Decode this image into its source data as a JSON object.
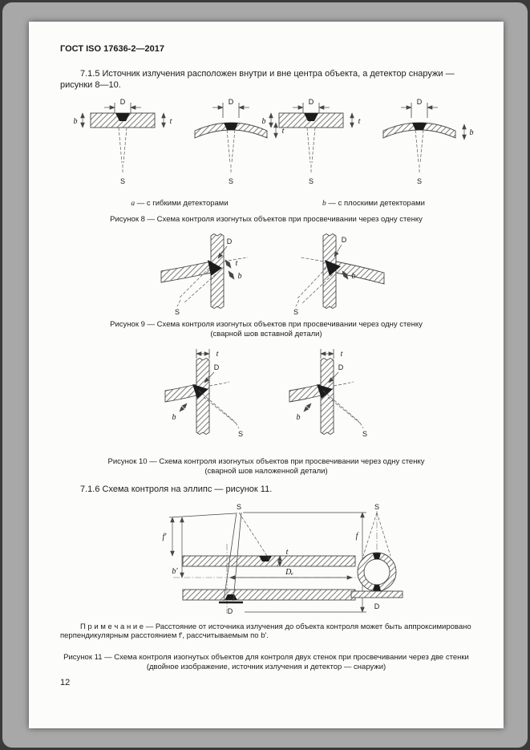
{
  "page": {
    "header": "ГОСТ ISO 17636-2—2017",
    "page_number": "12"
  },
  "paragraphs": {
    "p715": "7.1.5 Источник излучения расположен внутри и вне центра объекта, а детектор снаружи — рисунки 8—10.",
    "p716": "7.1.6 Схема контроля на эллипс — рисунок 11."
  },
  "figure8": {
    "sub_a_letter": "a",
    "sub_a_text": " — с гибкими детекторами",
    "sub_b_letter": "b",
    "sub_b_text": " — с плоскими детекторами",
    "caption": "Рисунок 8 — Схема контроля изогнутых объектов при просвечивании через одну стенку"
  },
  "figure9": {
    "caption_line1": "Рисунок 9 — Схема контроля изогнутых объектов при просвечивании через одну стенку",
    "caption_line2": "(сварной шов вставной детали)"
  },
  "figure10": {
    "caption_line1": "Рисунок 10 — Схема контроля изогнутых объектов при просвечивании через одну стенку",
    "caption_line2": "(сварной шов наложенной детали)"
  },
  "figure11": {
    "note_label": "П р и м е ч а н и е",
    "note_text": " — Расстояние от источника излучения до объекта контроля может быть аппроксимировано перпендикулярным расстоянием f′, рассчитываемым по b′.",
    "caption_line1": "Рисунок 11 — Схема контроля изогнутых объектов для контроля двух стенок при просвечивании через две стенки",
    "caption_line2": "(двойное изображение, источник излучения и детектор — снаружи)"
  },
  "labels": {
    "D": "D",
    "S": "S",
    "b": "b",
    "t": "t",
    "f": "f",
    "f_prime": "f′",
    "b_prime": "b′",
    "De": "Dₑ"
  }
}
